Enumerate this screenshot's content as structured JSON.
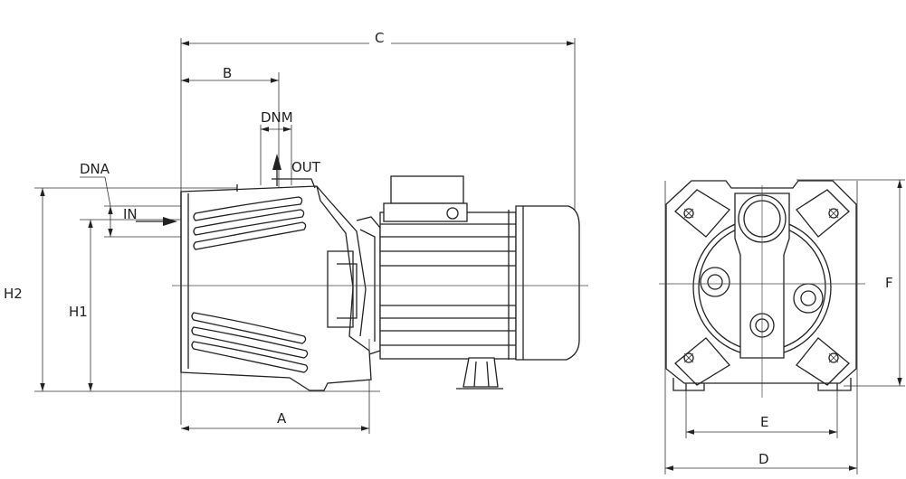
{
  "labels": {
    "A": "A",
    "B": "B",
    "C": "C",
    "D": "D",
    "E": "E",
    "F": "F",
    "H1": "H1",
    "H2": "H2",
    "DNA": "DNA",
    "DNM": "DNM",
    "IN": "IN",
    "OUT": "OUT"
  }
}
